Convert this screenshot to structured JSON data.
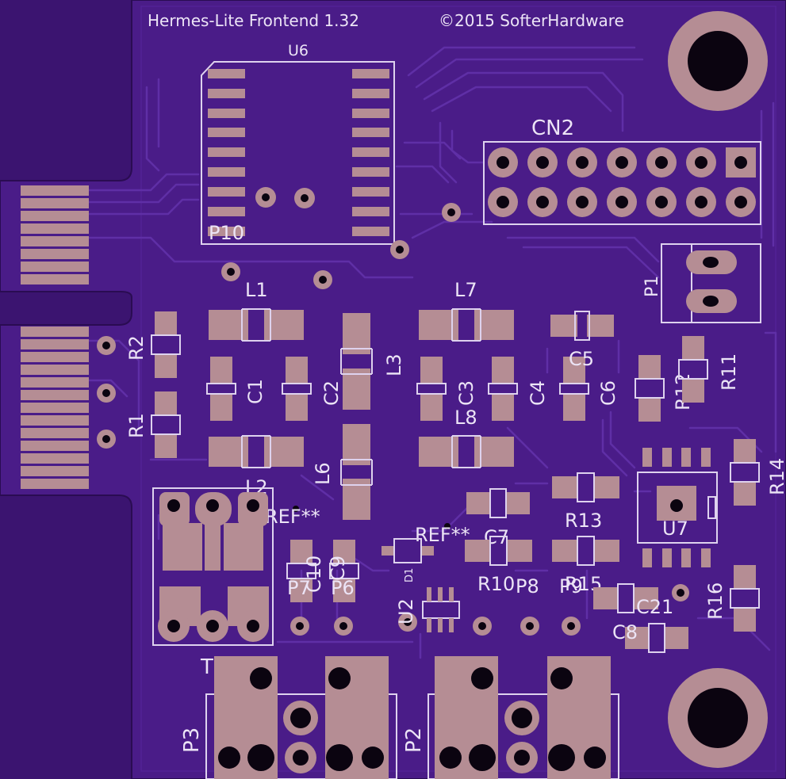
{
  "header": {
    "title": "Hermes-Lite Frontend 1.32",
    "copyright": "©2015 SofterHardware"
  },
  "designators": {
    "u6": "U6",
    "p10": "P10",
    "cn2": "CN2",
    "p1": "P1",
    "l1": "L1",
    "l7": "L7",
    "l3": "L3",
    "l8": "L8",
    "l2": "L2",
    "l6": "L6",
    "r1": "R1",
    "r2": "R2",
    "r10": "R10",
    "r11": "R11",
    "r12": "R12",
    "r13": "R13",
    "r14": "R14",
    "r15": "R15",
    "r16": "R16",
    "c1": "C1",
    "c2": "C2",
    "c3": "C3",
    "c4": "C4",
    "c5": "C5",
    "c6": "C6",
    "c7": "C7",
    "c8": "C8",
    "c9": "C9",
    "c10": "C10",
    "c21": "C21",
    "ref1": "REF**",
    "ref2": "REF**",
    "d1": "D1",
    "u2": "U2",
    "u7": "U7",
    "t1": "T1",
    "p2": "P2",
    "p3": "P3",
    "p6": "P6",
    "p7": "P7",
    "p8": "P8",
    "p9": "P9"
  },
  "colors": {
    "board": "#3b1470",
    "copper": "#4a1c88",
    "pad": "#b58d94",
    "silkscreen": "#ded2ee"
  }
}
